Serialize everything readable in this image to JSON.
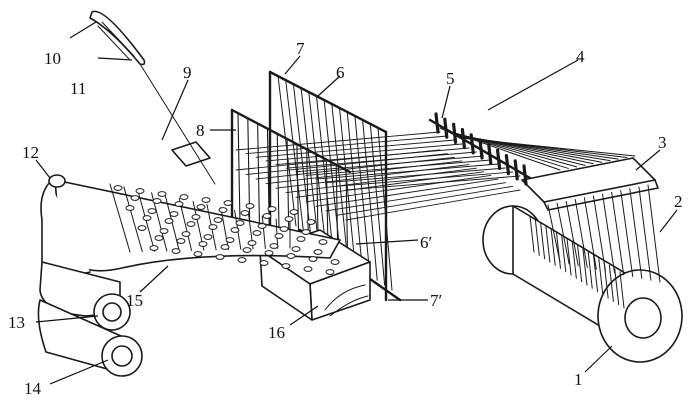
{
  "diagram": {
    "labels": {
      "n1": "1",
      "n2": "2",
      "n3": "3",
      "n4": "4",
      "n5": "5",
      "n6": "6",
      "n6p": "6′",
      "n7": "7",
      "n7p": "7′",
      "n8": "8",
      "n9": "9",
      "n10": "10",
      "n11": "11",
      "n12": "12",
      "n13": "13",
      "n14": "14",
      "n15": "15",
      "n16": "16"
    }
  }
}
